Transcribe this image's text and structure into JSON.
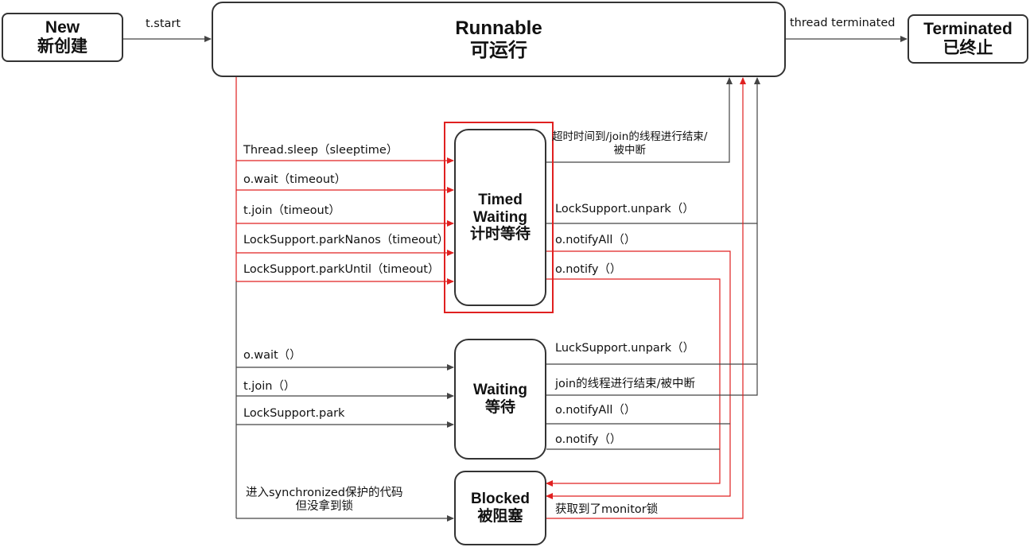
{
  "states": {
    "new": {
      "en": "New",
      "zh": "新创建"
    },
    "runnable": {
      "en": "Runnable",
      "zh": "可运行"
    },
    "terminated": {
      "en": "Terminated",
      "zh": "已终止"
    },
    "timed_waiting": {
      "en1": "Timed",
      "en2": "Waiting",
      "zh": "计时等待"
    },
    "waiting": {
      "en": "Waiting",
      "zh": "等待"
    },
    "blocked": {
      "en": "Blocked",
      "zh": "被阻塞"
    }
  },
  "transitions": {
    "start": "t.start",
    "terminate": "thread terminated",
    "to_timed": [
      "Thread.sleep（sleeptime）",
      "o.wait（timeout）",
      "t.join（timeout）",
      "LockSupport.parkNanos（timeout）",
      "LockSupport.parkUntil（timeout）"
    ],
    "from_timed": {
      "timeout_line1": "超时时间到/join的线程进行结束/",
      "timeout_line2": "被中断",
      "unpark": "LockSupport.unpark（）",
      "notify_all": "o.notifyAll（）",
      "notify": "o.notify（）"
    },
    "to_waiting": [
      "o.wait（）",
      "t.join（）",
      "LockSupport.park"
    ],
    "from_waiting": {
      "unpark": "LuckSupport.unpark（）",
      "join_end": "join的线程进行结束/被中断",
      "notify_all": "o.notifyAll（）",
      "notify": "o.notify（）"
    },
    "to_blocked_line1": "进入synchronized保护的代码",
    "to_blocked_line2": "但没拿到锁",
    "from_blocked": "获取到了monitor锁"
  },
  "colors": {
    "black_line": "#333333",
    "red_line": "#e02020",
    "box_border": "#333333"
  }
}
